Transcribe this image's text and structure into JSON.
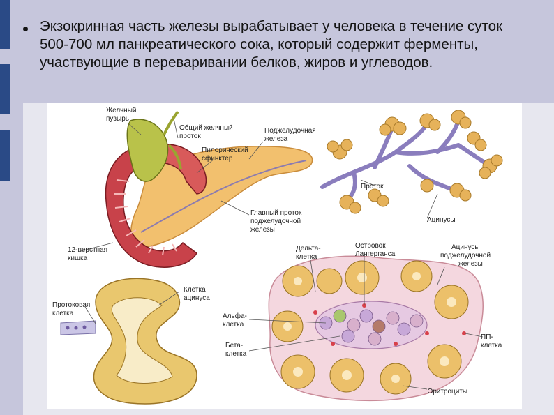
{
  "slide": {
    "bullet_text": "Экзокринная часть железы вырабатывает у человека в течение суток 500-700 мл панкреатического сока, который содержит ферменты, участвующие в переваривании белков, жиров и углеводов."
  },
  "figure": {
    "labels": {
      "gallbladder_1": "Желчный",
      "gallbladder_2": "пузырь",
      "common_duct_1": "Общий желчный",
      "common_duct_2": "проток",
      "pancreas_1": "Поджелудочная",
      "pancreas_2": "железа",
      "pyloric_1": "Пилорический",
      "pyloric_2": "сфинктер",
      "main_duct_1": "Главный проток",
      "main_duct_2": "поджелудочной",
      "main_duct_3": "железы",
      "duodenum_1": "12-перстная",
      "duodenum_2": "кишка",
      "duct": "Проток",
      "acini_top": "Ацинусы",
      "delta_1": "Дельта-",
      "delta_2": "клетка",
      "islet_1": "Островок",
      "islet_2": "Лангерганса",
      "acini_pancreas_1": "Ацинусы",
      "acini_pancreas_2": "поджелудочной",
      "acini_pancreas_3": "железы",
      "acinus_cell_1": "Клетка",
      "acinus_cell_2": "ацинуса",
      "ductal_cell_1": "Протоковая",
      "ductal_cell_2": "клетка",
      "alpha_1": "Альфа-",
      "alpha_2": "клетка",
      "beta_1": "Бета-",
      "beta_2": "клетка",
      "pp_1": "ПП-",
      "pp_2": "клетка",
      "erythrocytes": "Эритроциты"
    }
  }
}
